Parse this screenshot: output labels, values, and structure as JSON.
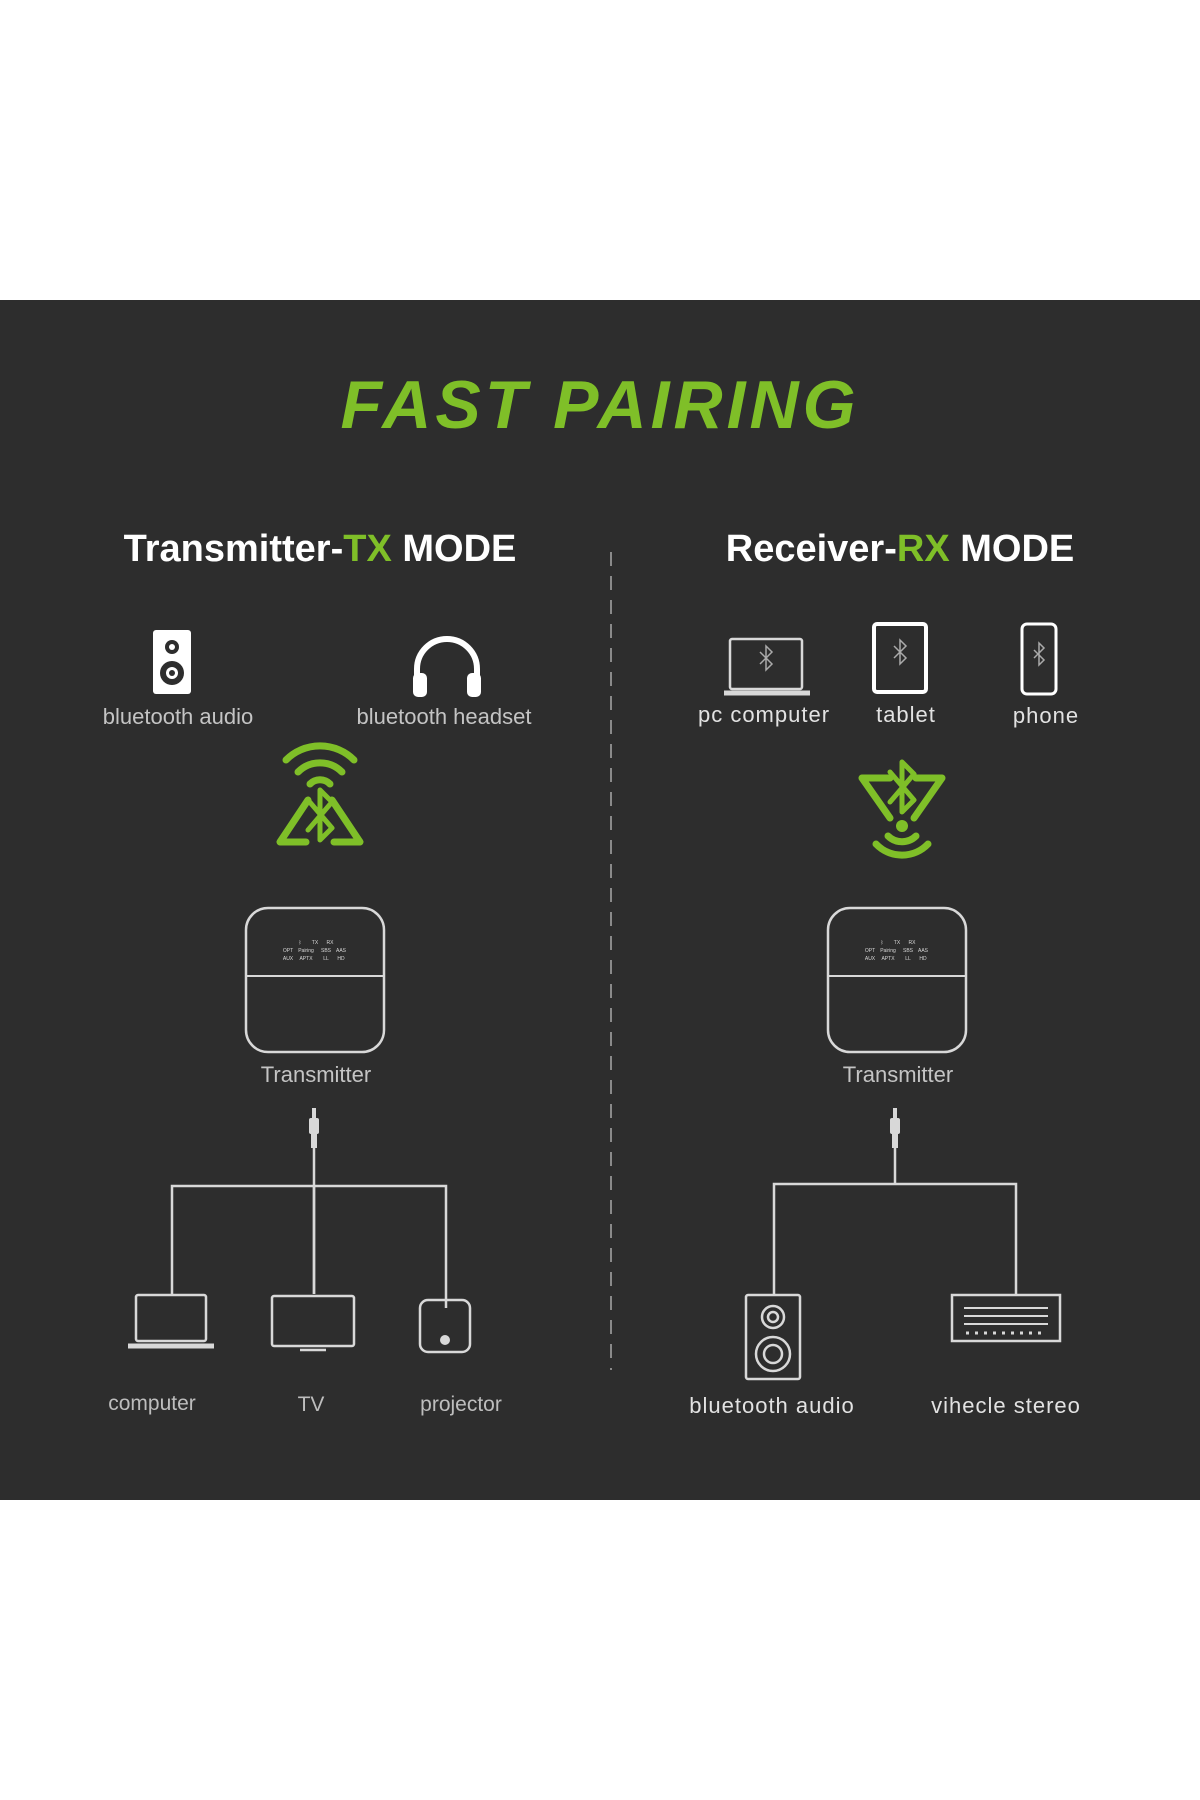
{
  "title": "FAST PAIRING",
  "colors": {
    "accent": "#7fbf28",
    "background": "#2d2d2d",
    "line": "#d8d8d8",
    "text": "#c4c4c4"
  },
  "tx": {
    "heading_prefix": "Transmitter-",
    "heading_accent": "TX",
    "heading_suffix": " MODE",
    "devices": [
      {
        "label": "bluetooth audio",
        "icon": "speaker-icon"
      },
      {
        "label": "bluetooth headset",
        "icon": "headphones-icon"
      }
    ],
    "signal_icon": "bluetooth-broadcast-icon",
    "unit_label": "Transmitter",
    "sources": [
      {
        "label": "computer",
        "icon": "laptop-icon"
      },
      {
        "label": "TV",
        "icon": "tv-icon"
      },
      {
        "label": "projector",
        "icon": "projector-icon"
      }
    ]
  },
  "rx": {
    "heading_prefix": "Receiver-",
    "heading_accent": "RX",
    "heading_suffix": " MODE",
    "devices": [
      {
        "label": "pc computer",
        "icon": "laptop-bluetooth-icon"
      },
      {
        "label": "tablet",
        "icon": "tablet-icon"
      },
      {
        "label": "phone",
        "icon": "phone-icon"
      }
    ],
    "signal_icon": "bluetooth-receive-icon",
    "unit_label": "Transmitter",
    "outputs": [
      {
        "label": "bluetooth audio",
        "icon": "speaker-icon"
      },
      {
        "label": "vihecle stereo",
        "icon": "car-stereo-icon"
      }
    ]
  },
  "unit_panel": {
    "row1": [
      "ᛒ",
      "TX",
      "RX"
    ],
    "row2": [
      "OPT",
      "Pairing",
      "SBS",
      "AAS"
    ],
    "row3": [
      "AUX",
      "APTX",
      "LL",
      "HD"
    ]
  }
}
